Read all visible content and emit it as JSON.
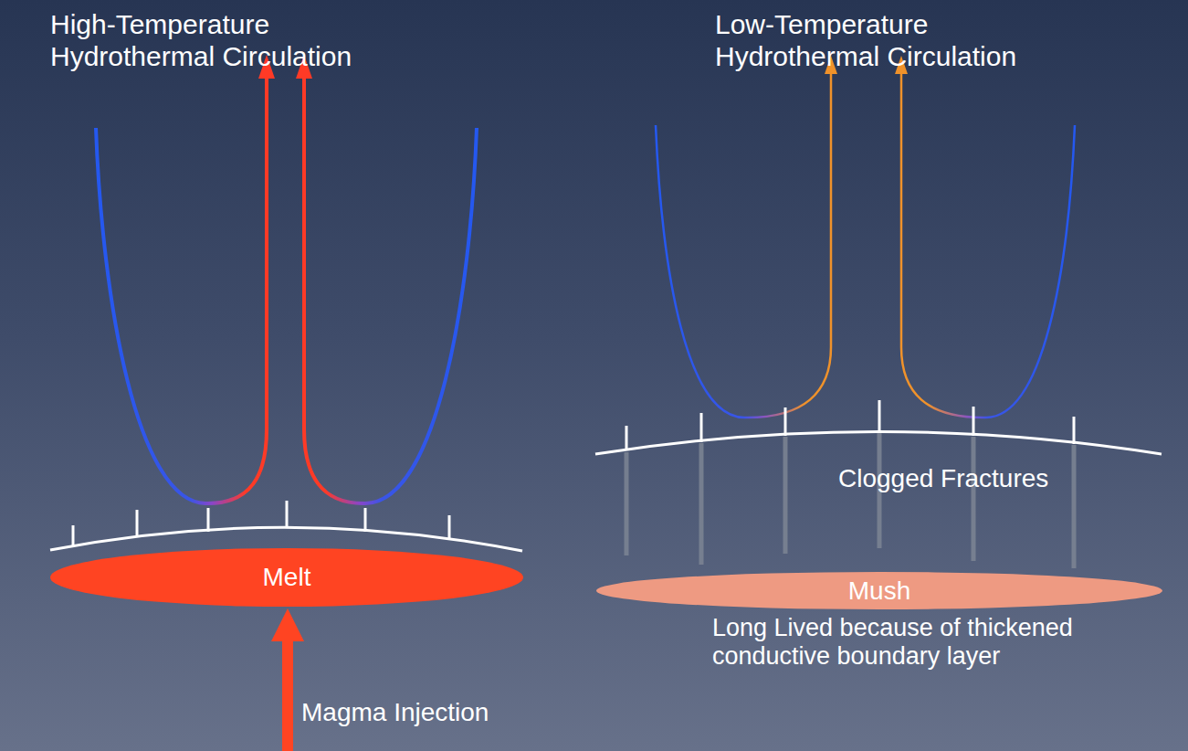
{
  "diagram": {
    "nodes": [
      {
        "text": [
          "Melt"
        ]
      },
      {
        "text": [
          "Mush"
        ]
      }
    ],
    "edges": [],
    "labels": [
      "High-Temperature Hydrothermal Circulation",
      "Low-Temperature Hydrothermal Circulation",
      "Clogged Fractures",
      "Long Lived because of thickened conductive boundary layer",
      "Magma Injection"
    ]
  }
}
